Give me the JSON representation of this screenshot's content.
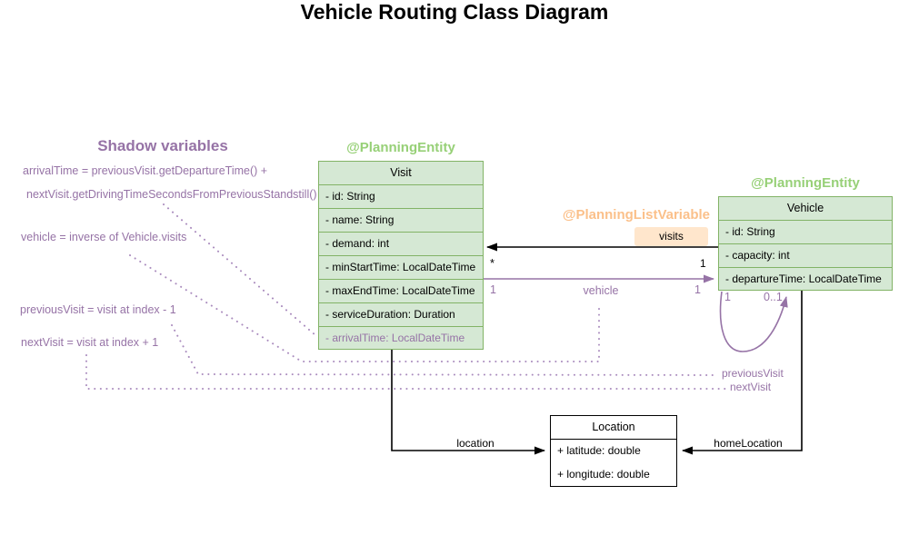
{
  "title": "Vehicle Routing Class Diagram",
  "shadow_panel": {
    "heading": "Shadow variables",
    "line1": "arrivalTime = previousVisit.getDepartureTime() +",
    "line2": "nextVisit.getDrivingTimeSecondsFromPreviousStandstill()",
    "line3": "vehicle = inverse of Vehicle.visits",
    "line4": "previousVisit = visit at index - 1",
    "line5": "nextVisit = visit at index + 1"
  },
  "visit_class": {
    "annotation": "@PlanningEntity",
    "name": "Visit",
    "attributes": [
      "- id: String",
      "- name: String",
      "- demand: int",
      "- minStartTime: LocalDateTime",
      "- maxEndTime: LocalDateTime",
      "- serviceDuration: Duration"
    ],
    "shadow_attribute": "- arrivalTime: LocalDateTime"
  },
  "vehicle_class": {
    "annotation": "@PlanningEntity",
    "name": "Vehicle",
    "attributes": [
      "- id: String",
      "- capacity: int",
      "- departureTime: LocalDateTime"
    ]
  },
  "location_class": {
    "name": "Location",
    "attributes": [
      "+ latitude: double",
      "+ longitude: double"
    ]
  },
  "relationships": {
    "visits": {
      "annotation": "@PlanningListVariable",
      "badge": "visits",
      "visit_end_multiplicity": "*",
      "vehicle_end_multiplicity": "1"
    },
    "vehicle_ref": {
      "label": "vehicle",
      "visit_end_multiplicity": "1",
      "vehicle_end_multiplicity": "1"
    },
    "chain_loop": {
      "near_multiplicity": "1",
      "far_multiplicity": "0..1",
      "label_previous": "previousVisit",
      "label_next": "nextVisit"
    },
    "location_ref": {
      "label": "location"
    },
    "home_location_ref": {
      "label": "homeLocation"
    }
  },
  "colors": {
    "entity_fill": "#d5e8d4",
    "entity_border": "#82b366",
    "entity_annotation_text": "#97d077",
    "list_variable_text": "#fbc08a",
    "list_variable_fill": "#ffe6cc",
    "shadow_purple": "#9673a6",
    "plain_class_border": "#000000"
  }
}
